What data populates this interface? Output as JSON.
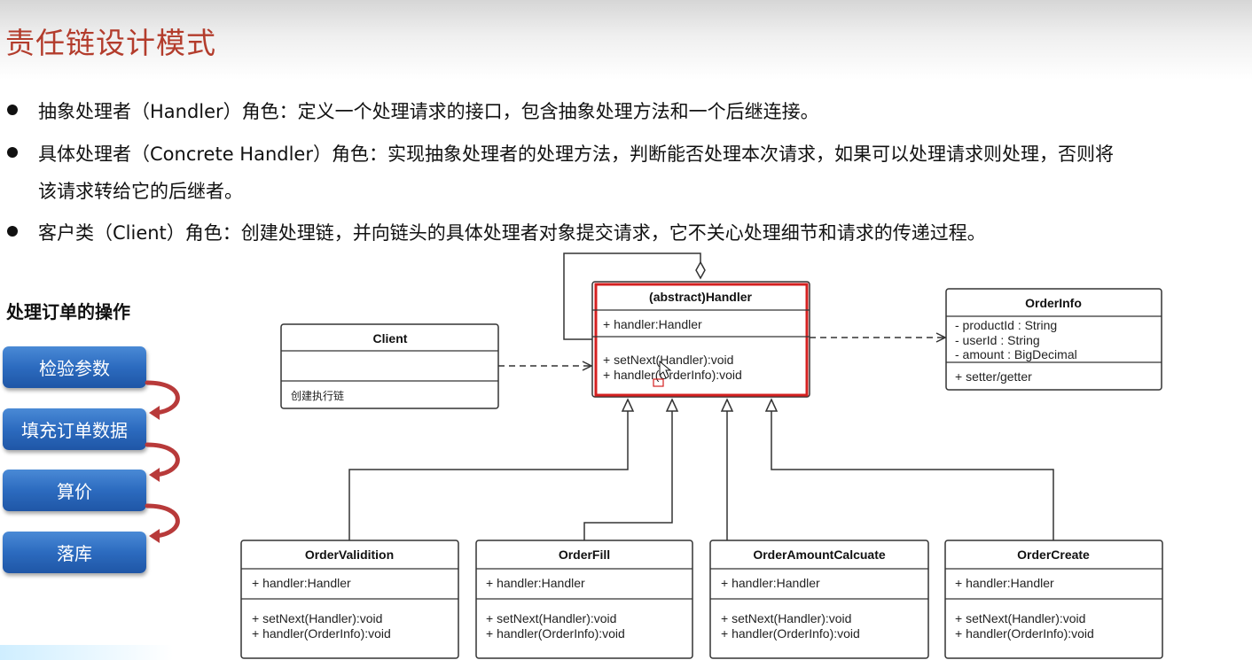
{
  "title": "责任链设计模式",
  "bullets": [
    {
      "line1": "抽象处理者（Handler）角色：定义一个处理请求的接口，包含抽象处理方法和一个后继连接。",
      "line2": ""
    },
    {
      "line1": "具体处理者（Concrete Handler）角色：实现抽象处理者的处理方法，判断能否处理本次请求，如果可以处理请求则处理，否则将",
      "line2": "该请求转给它的后继者。"
    },
    {
      "line1": "客户类（Client）角色：创建处理链，并向链头的具体处理者对象提交请求，它不关心处理细节和请求的传递过程。",
      "line2": ""
    }
  ],
  "operations": {
    "title": "处理订单的操作",
    "steps": [
      "检验参数",
      "填充订单数据",
      "算价",
      "落库"
    ]
  },
  "uml": {
    "handler": {
      "name": "(abstract)Handler",
      "attributes": [
        "+ handler:Handler"
      ],
      "methods": [
        "+ setNext(Handler):void",
        "+ handler(OrderInfo):void"
      ]
    },
    "client": {
      "name": "Client",
      "attributes": [],
      "methods": [
        "创建执行链"
      ]
    },
    "orderinfo": {
      "name": "OrderInfo",
      "attributes": [
        "- productId : String",
        "- userId : String",
        "- amount : BigDecimal"
      ],
      "methods": [
        "+ setter/getter"
      ]
    },
    "subclasses": [
      {
        "name": "OrderValidition",
        "attributes": [
          "+ handler:Handler"
        ],
        "methods": [
          "+ setNext(Handler):void",
          "+ handler(OrderInfo):void"
        ]
      },
      {
        "name": "OrderFill",
        "attributes": [
          "+ handler:Handler"
        ],
        "methods": [
          "+ setNext(Handler):void",
          "+ handler(OrderInfo):void"
        ]
      },
      {
        "name": "OrderAmountCalcuate",
        "attributes": [
          "+ handler:Handler"
        ],
        "methods": [
          "+ setNext(Handler):void",
          "+ handler(OrderInfo):void"
        ]
      },
      {
        "name": "OrderCreate",
        "attributes": [
          "+ handler:Handler"
        ],
        "methods": [
          "+ setNext(Handler):void",
          "+ handler(OrderInfo):void"
        ]
      }
    ]
  },
  "colors": {
    "title": "#b33c2c",
    "highlight": "#d42020",
    "step_button": "#2c6bbf",
    "step_arrow": "#b83a3a"
  }
}
